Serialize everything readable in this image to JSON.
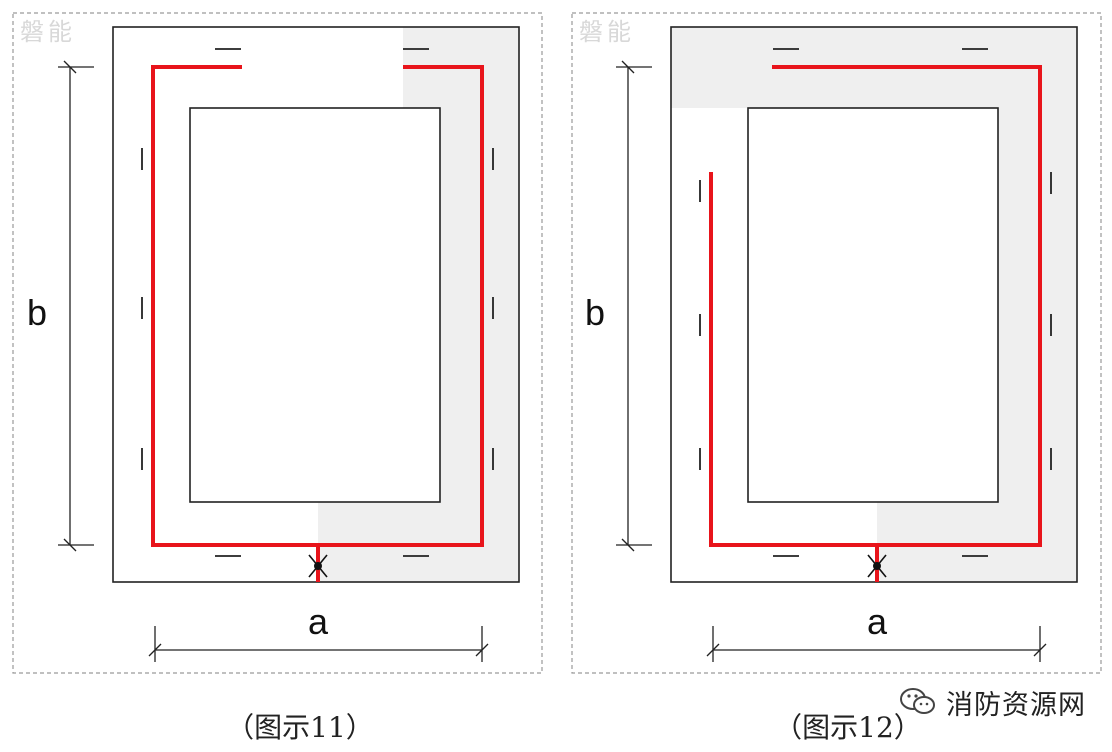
{
  "figures": [
    {
      "id": "fig11",
      "caption": "（图示11）",
      "dimension_a": "a",
      "dimension_b": "b",
      "corner_mark": "磐能"
    },
    {
      "id": "fig12",
      "caption": "（图示12）",
      "dimension_a": "a",
      "dimension_b": "b",
      "corner_mark": "磐能"
    }
  ],
  "watermark": {
    "text": "消防资源网",
    "icon": "wechat-icon"
  },
  "colors": {
    "red_line": "#e8141b",
    "outline": "#222222",
    "shade": "#efefef",
    "dashed": "#9a9a9a"
  }
}
